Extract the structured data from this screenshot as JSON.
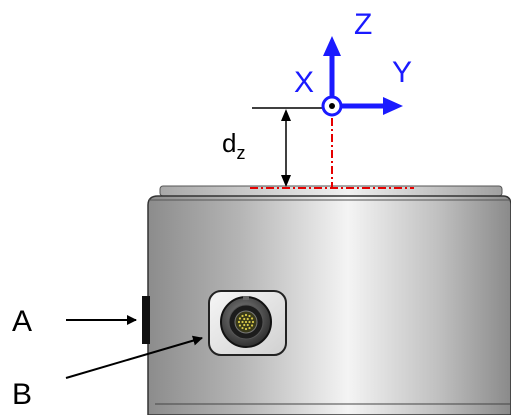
{
  "axes": {
    "z_label": "Z",
    "x_label": "X",
    "y_label": "Y",
    "axis_color": "#1a1aff",
    "offset_line_color": "#e60000"
  },
  "dimension": {
    "symbol": "d",
    "subscript": "z"
  },
  "callouts": {
    "a_label": "A",
    "b_label": "B"
  },
  "colors": {
    "body_mid": "#f2f2f2",
    "body_edge": "#8a8a8a",
    "connector_face": "#d9c94a"
  }
}
